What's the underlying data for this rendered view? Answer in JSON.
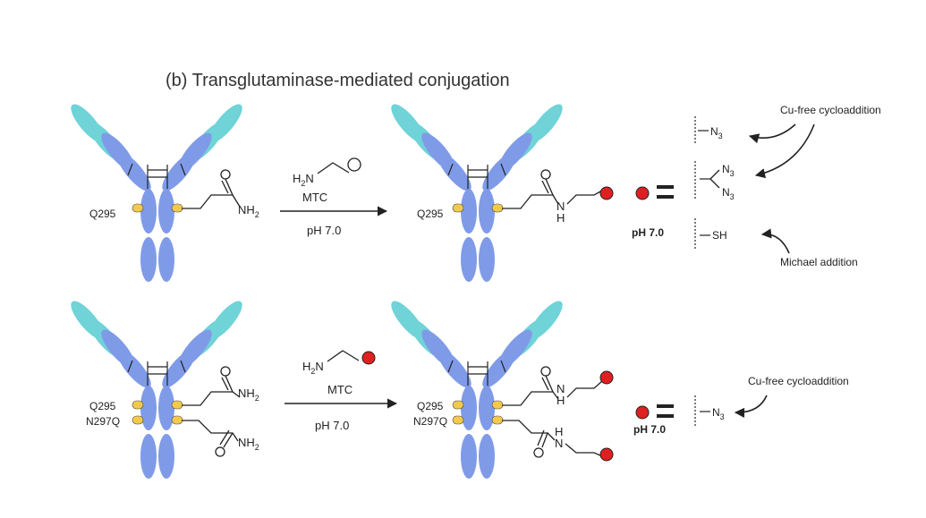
{
  "figure": {
    "title": "(b) Transglutaminase-mediated conjugation",
    "colors": {
      "light_chain": "#6fd3d7",
      "heavy_chain": "#7f9be8",
      "glutamine": "#f2c94c",
      "payload": "#e02020"
    },
    "top_row": {
      "residue_q": "Q295",
      "amide_group": "NH",
      "amide_sub": "2",
      "reagent_amine": "H",
      "reagent_amine_sub": "2",
      "reagent_amine_n": "N",
      "enzyme": "MTC",
      "conditions": "pH 7.0",
      "product_residue_q": "Q295",
      "linkage_n": "N",
      "linkage_h": "H",
      "payload_condition": "pH 7.0",
      "handle_azide": "N",
      "handle_azide_sub": "3",
      "handle_bis_azide_1": "N",
      "handle_bis_azide_1_sub": "3",
      "handle_bis_azide_2": "N",
      "handle_bis_azide_2_sub": "3",
      "handle_thiol": "SH",
      "note_cycloaddition": "Cu-free cycloaddition",
      "note_michael": "Michael addition"
    },
    "bottom_row": {
      "residue_q": "Q295",
      "residue_n": "N297Q",
      "amide_group_1": "NH",
      "amide_sub_1": "2",
      "amide_group_2": "NH",
      "amide_sub_2": "2",
      "reagent_amine": "H",
      "reagent_amine_sub": "2",
      "reagent_amine_n": "N",
      "enzyme": "MTC",
      "conditions": "pH 7.0",
      "product_residue_q": "Q295",
      "product_residue_n": "N297Q",
      "linkage_n_1": "N",
      "linkage_h_1": "H",
      "linkage_n_2": "N",
      "linkage_h_2": "H",
      "payload_condition": "pH 7.0",
      "handle_azide": "N",
      "handle_azide_sub": "3",
      "note_cycloaddition": "Cu-free cycloaddition"
    }
  }
}
